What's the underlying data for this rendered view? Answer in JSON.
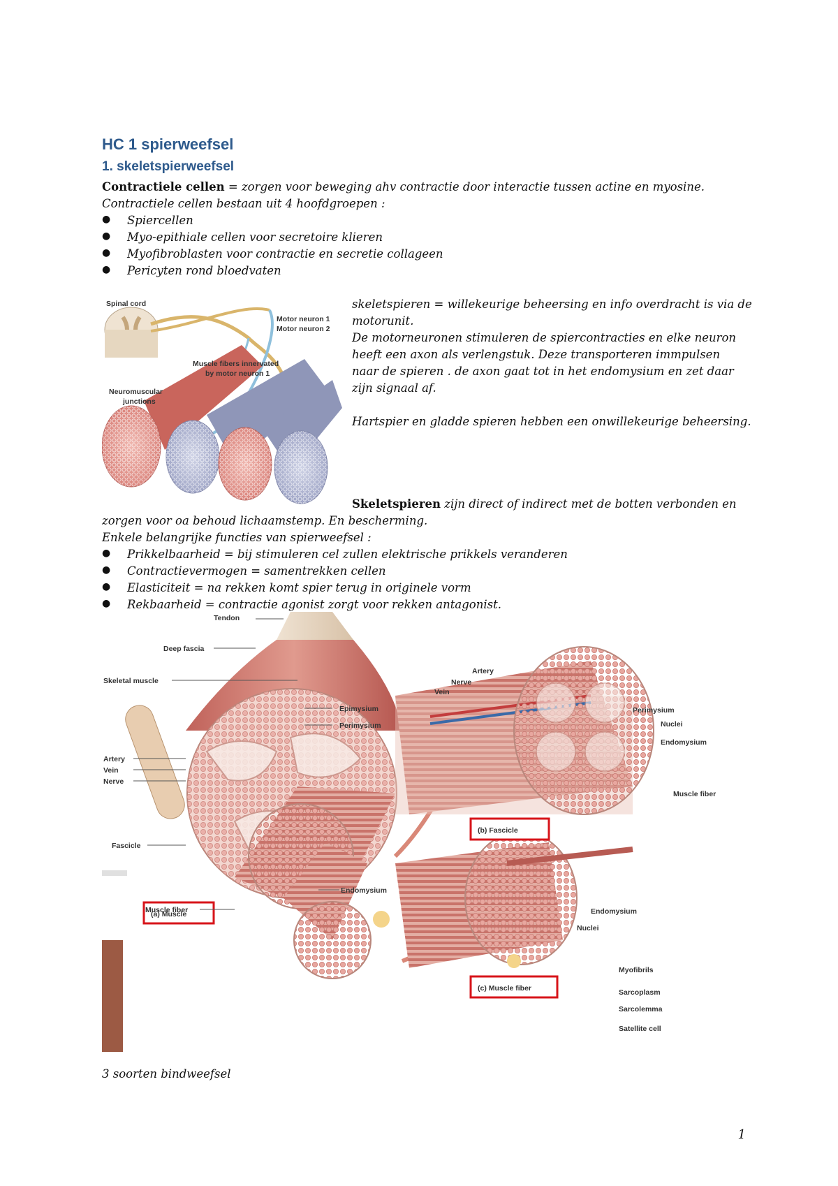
{
  "title": "HC 1 spierweefsel",
  "section": "1. skeletspierweefsel",
  "intro": {
    "term": "Contractiele cellen",
    "definition": " = zorgen voor beweging ahv contractie door interactie tussen actine en myosine.",
    "line2": "Contractiele cellen bestaan uit 4 hoofdgroepen :",
    "bullets": [
      "Spiercellen",
      "Myo-epithiale cellen voor secretoire klieren",
      "Myofibroblasten voor contractie en secretie collageen",
      "Pericyten rond bloedvaten"
    ]
  },
  "figure1": {
    "labels": {
      "spinal_cord": "Spinal cord",
      "motor_neuron_1": "Motor neuron 1",
      "motor_neuron_2": "Motor neuron 2",
      "fibers_line1": "Muscle fibers innervated",
      "fibers_line2": "by motor neuron 1",
      "nmj_line1": "Neuromuscular",
      "nmj_line2": "junctions"
    }
  },
  "right_text": {
    "lines": [
      "skeletspieren = willekeurige beheersing en info overdracht is via de",
      "motorunit.",
      "De motorneuronen stimuleren de spiercontracties en elke neuron",
      "heeft een axon als verlengstuk. Deze transporteren immpulsen",
      "naar de spieren . de axon gaat tot in het endomysium en zet daar",
      "zijn signaal af."
    ],
    "smooth": "Hartspier en gladde spieren hebben een onwillekeurige beheersing."
  },
  "skeletal": {
    "term": "Skeletspieren",
    "rest": " zijn direct of indirect met de botten verbonden en",
    "line2": "zorgen voor oa behoud lichaamstemp. En bescherming.",
    "line3": "Enkele belangrijke functies van spierweefsel :",
    "bullets": [
      "Prikkelbaarheid = bij stimuleren cel zullen elektrische prikkels veranderen",
      "Contractievermogen = samentrekken cellen",
      "Elasticiteit = na rekken komt spier terug in originele vorm",
      "Rekbaarheid = contractie agonist zorgt voor rekken antagonist."
    ]
  },
  "figure2": {
    "labels": {
      "tendon": "Tendon",
      "deep_fascia": "Deep fascia",
      "skeletal_muscle": "Skeletal muscle",
      "epimysium": "Epimysium",
      "perimysium": "Perimysium",
      "artery": "Artery",
      "vein": "Vein",
      "nerve": "Nerve",
      "fascicle": "Fascicle",
      "endomysium": "Endomysium",
      "muscle_fiber": "Muscle fiber",
      "caption_a": "(a) Muscle",
      "b_artery": "Artery",
      "b_nerve": "Nerve",
      "b_vein": "Vein",
      "b_perimysium": "Perimysium",
      "b_nuclei": "Nuclei",
      "b_endomysium": "Endomysium",
      "b_muscle_fiber": "Muscle fiber",
      "caption_b": "(b) Fascicle",
      "c_endomysium": "Endomysium",
      "c_nuclei": "Nuclei",
      "c_myofibrils": "Myofibrils",
      "c_sarcoplasm": "Sarcoplasm",
      "c_sarcolemma": "Sarcolemma",
      "c_satellite": "Satellite cell",
      "caption_c": "(c) Muscle fiber"
    }
  },
  "footer_text": "3 soorten bindweefsel",
  "page_number": "1"
}
